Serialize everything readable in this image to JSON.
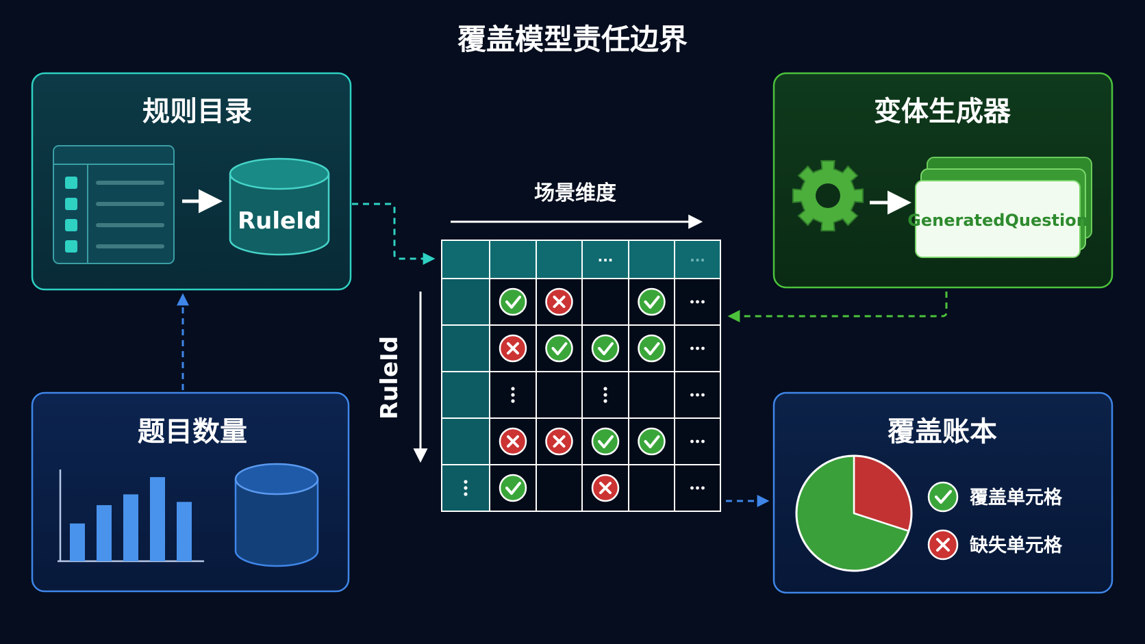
{
  "title": "覆盖模型责任边界",
  "panels": {
    "rules": {
      "title": "规则目录",
      "db_label": "RuleId"
    },
    "generator": {
      "title": "变体生成器",
      "card_label": "GeneratedQuestion"
    },
    "count": {
      "title": "题目数量",
      "bar_values": [
        35,
        52,
        62,
        78,
        55
      ]
    },
    "ledger": {
      "title": "覆盖账本",
      "pie_fraction_covered": 0.7,
      "legend_covered": "覆盖单元格",
      "legend_missing": "缺失单元格"
    }
  },
  "matrix": {
    "x_axis_label": "场景维度",
    "y_axis_label": "RuleId",
    "header_ellipsis": "···",
    "rows": [
      [
        "check",
        "cross",
        "",
        "check",
        "dots"
      ],
      [
        "cross",
        "check",
        "check",
        "check",
        "dots"
      ],
      [
        "vdots",
        "",
        "vdots",
        "",
        "dots"
      ],
      [
        "cross",
        "cross",
        "check",
        "check",
        "dots"
      ],
      [
        "check",
        "",
        "cross",
        "",
        "dots"
      ]
    ],
    "row_header_markers": [
      "",
      "",
      "",
      "",
      "vdots"
    ]
  },
  "colors": {
    "teal": "#2fd1c3",
    "green": "#4caf3c",
    "blue": "#3f86e8",
    "check": "#3aa63a",
    "cross": "#cc3333"
  }
}
